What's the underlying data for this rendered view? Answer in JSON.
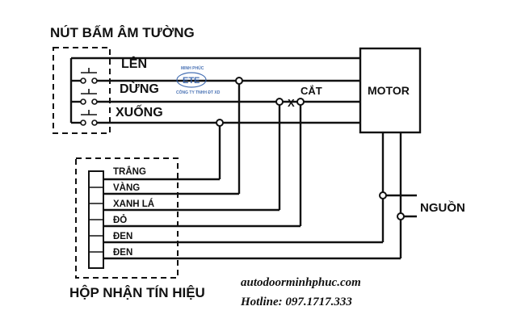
{
  "title_wall_button": "NÚT BẤM ÂM TƯỜNG",
  "title_receiver": "HỘP NHẬN TÍN HIỆU",
  "button_labels": [
    "LÊN",
    "DỪNG",
    "XUỐNG"
  ],
  "motor_label": "MOTOR",
  "cut_label": "CẮT",
  "cut_mark": "X",
  "power_label": "NGUỒN",
  "wire_labels": [
    "TRẮNG",
    "VÀNG",
    "XANH LÁ",
    "ĐỎ",
    "ĐEN",
    "ĐEN"
  ],
  "footer": {
    "website": "autodoorminhphuc.com",
    "hotline": "Hotline: 097.1717.333"
  },
  "logo": {
    "top_text": "MINH PHÚC",
    "mark": "ETE",
    "bottom_text": "CÔNG TY TNHH ĐT XD"
  }
}
